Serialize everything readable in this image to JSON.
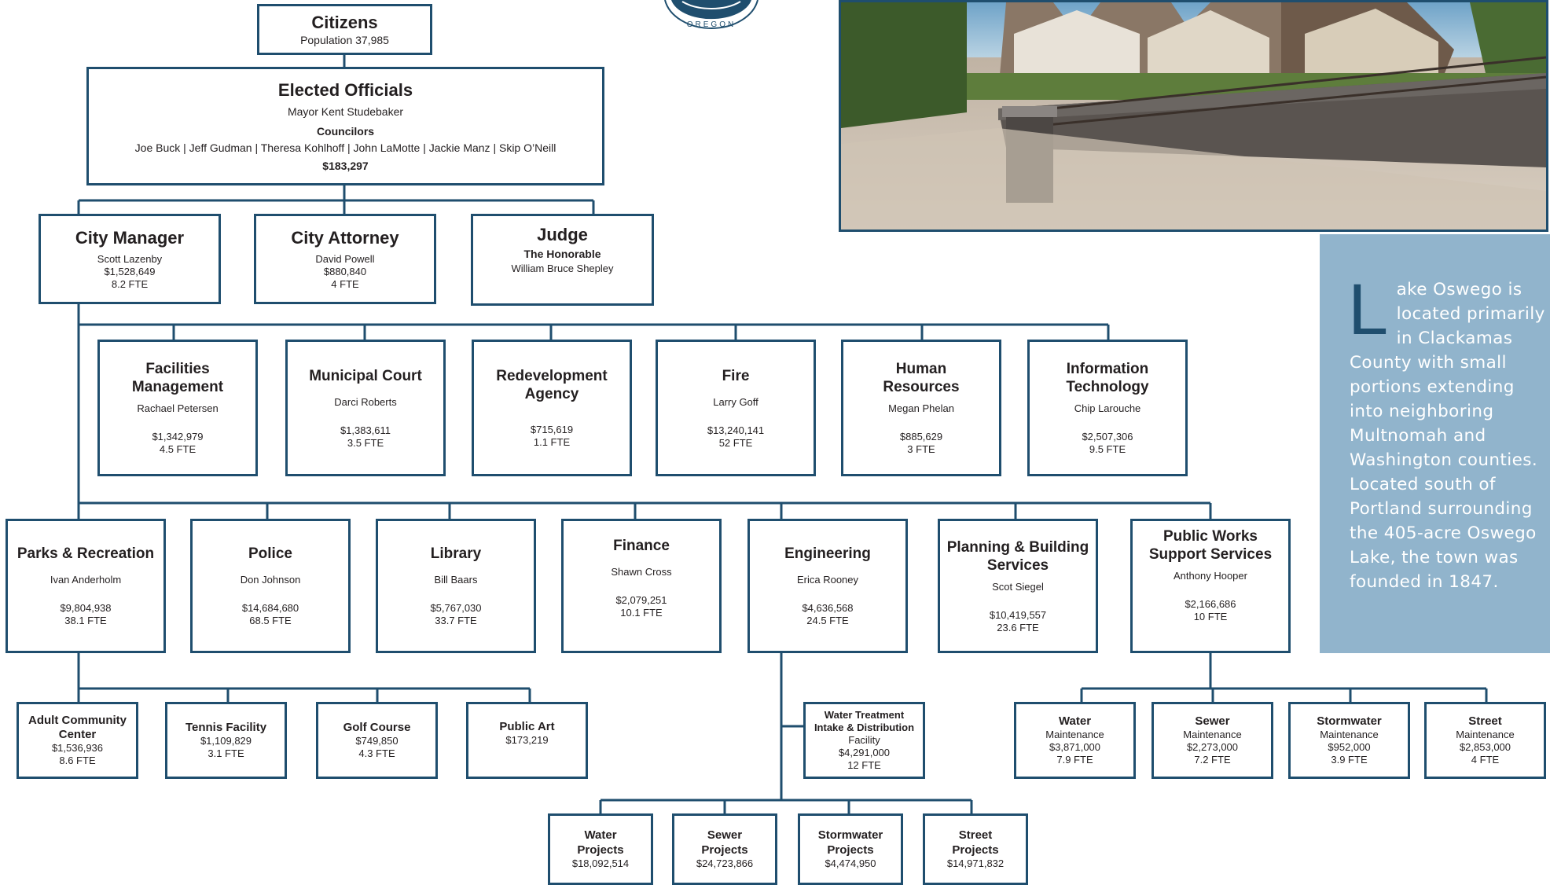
{
  "logo": {
    "text": "OREGON"
  },
  "citizens": {
    "title": "Citizens",
    "population": "Population 37,985"
  },
  "elected": {
    "title": "Elected Officials",
    "mayor": "Mayor Kent Studebaker",
    "councilors_label": "Councilors",
    "councilors": "Joe Buck | Jeff Gudman | Theresa Kohlhoff | John LaMotte | Jackie Manz | Skip O’Neill",
    "budget": "$183,297"
  },
  "city_manager": {
    "title": "City Manager",
    "name": "Scott Lazenby",
    "budget": "$1,528,649",
    "fte": "8.2 FTE"
  },
  "city_attorney": {
    "title": "City Attorney",
    "name": "David Powell",
    "budget": "$880,840",
    "fte": "4 FTE"
  },
  "judge": {
    "title": "Judge",
    "honorific": "The Honorable",
    "name": "William Bruce Shepley"
  },
  "row1": [
    {
      "title1": "Facilities",
      "title2": "Management",
      "name": "Rachael Petersen",
      "budget": "$1,342,979",
      "fte": "4.5 FTE"
    },
    {
      "title1": "Municipal Court",
      "title2": "",
      "name": "Darci Roberts",
      "budget": "$1,383,611",
      "fte": "3.5 FTE"
    },
    {
      "title1": "Redevelopment",
      "title2": "Agency",
      "name": "",
      "budget": "$715,619",
      "fte": "1.1 FTE"
    },
    {
      "title1": "Fire",
      "title2": "",
      "name": "Larry Goff",
      "budget": "$13,240,141",
      "fte": "52 FTE"
    },
    {
      "title1": "Human",
      "title2": "Resources",
      "name": "Megan Phelan",
      "budget": "$885,629",
      "fte": "3 FTE"
    },
    {
      "title1": "Information",
      "title2": "Technology",
      "name": "Chip Larouche",
      "budget": "$2,507,306",
      "fte": "9.5 FTE"
    }
  ],
  "row2": [
    {
      "title1": "Parks & Recreation",
      "title2": "",
      "name": "Ivan Anderholm",
      "budget": "$9,804,938",
      "fte": "38.1 FTE"
    },
    {
      "title1": "Police",
      "title2": "",
      "name": "Don Johnson",
      "budget": "$14,684,680",
      "fte": "68.5 FTE"
    },
    {
      "title1": "Library",
      "title2": "",
      "name": "Bill Baars",
      "budget": "$5,767,030",
      "fte": "33.7 FTE"
    },
    {
      "title1": "Finance",
      "title2": "",
      "name": "Shawn Cross",
      "budget": "$2,079,251",
      "fte": "10.1 FTE"
    },
    {
      "title1": "Engineering",
      "title2": "",
      "name": "Erica Rooney",
      "budget": "$4,636,568",
      "fte": "24.5 FTE"
    },
    {
      "title1": "Planning & Building",
      "title2": "Services",
      "name": "Scot Siegel",
      "budget": "$10,419,557",
      "fte": "23.6 FTE"
    },
    {
      "title1": "Public Works",
      "title2": "Support Services",
      "name": "Anthony Hooper",
      "budget": "$2,166,686",
      "fte": "10 FTE"
    }
  ],
  "parks_subs": [
    {
      "title1": "Adult Community",
      "title2": "Center",
      "budget": "$1,536,936",
      "fte": "8.6 FTE"
    },
    {
      "title1": "Tennis Facility",
      "title2": "",
      "budget": "$1,109,829",
      "fte": "3.1 FTE"
    },
    {
      "title1": "Golf Course",
      "title2": "",
      "budget": "$749,850",
      "fte": "4.3 FTE"
    },
    {
      "title1": "Public Art",
      "title2": "",
      "budget": "$173,219",
      "fte": ""
    }
  ],
  "water_treatment": {
    "title1": "Water Treatment",
    "title2": "Intake & Distribution",
    "sub": "Facility",
    "budget": "$4,291,000",
    "fte": "12 FTE"
  },
  "projects": [
    {
      "title1": "Water",
      "title2": "Projects",
      "budget": "$18,092,514"
    },
    {
      "title1": "Sewer",
      "title2": "Projects",
      "budget": "$24,723,866"
    },
    {
      "title1": "Stormwater",
      "title2": "Projects",
      "budget": "$4,474,950"
    },
    {
      "title1": "Street",
      "title2": "Projects",
      "budget": "$14,971,832"
    }
  ],
  "maintenance": [
    {
      "title": "Water",
      "sub": "Maintenance",
      "budget": "$3,871,000",
      "fte": "7.9 FTE"
    },
    {
      "title": "Sewer",
      "sub": "Maintenance",
      "budget": "$2,273,000",
      "fte": "7.2 FTE"
    },
    {
      "title": "Stormwater",
      "sub": "Maintenance",
      "budget": "$952,000",
      "fte": "3.9 FTE"
    },
    {
      "title": "Street",
      "sub": "Maintenance",
      "budget": "$2,853,000",
      "fte": "4 FTE"
    }
  ],
  "sidebar": {
    "dropcap": "L",
    "text": "ake Oswego is located primarily in Clackamas County with small portions extending into neighboring Multnomah and Washington counties. Located south of Portland surrounding the 405-acre Oswego Lake, the town was founded in 1847."
  },
  "colors": {
    "border": "#1f4e6e",
    "sidebar_bg": "#91b4cc",
    "sidebar_text": "#ffffff",
    "dropcap": "#1f4e6e"
  }
}
